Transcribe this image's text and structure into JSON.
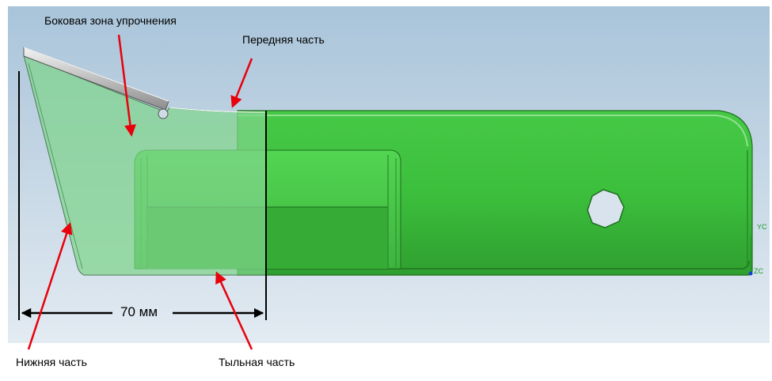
{
  "labels": {
    "side_zone": "Боковая зона упрочнения",
    "front_part": "Передняя часть",
    "bottom_part": "Нижняя часть",
    "back_part": "Тыльная часть"
  },
  "dimension": {
    "text": "70 мм"
  },
  "axis_labels": {
    "yc": "YC",
    "zc": "ZC"
  },
  "colors": {
    "part_green": "#3fc23f",
    "part_dark_green": "#2c9a2c",
    "transparent_overlay": "#8fd89a",
    "arrow_red": "#e8000b",
    "background_top": "#a9c4da",
    "background_bottom": "#e3ebf2"
  }
}
